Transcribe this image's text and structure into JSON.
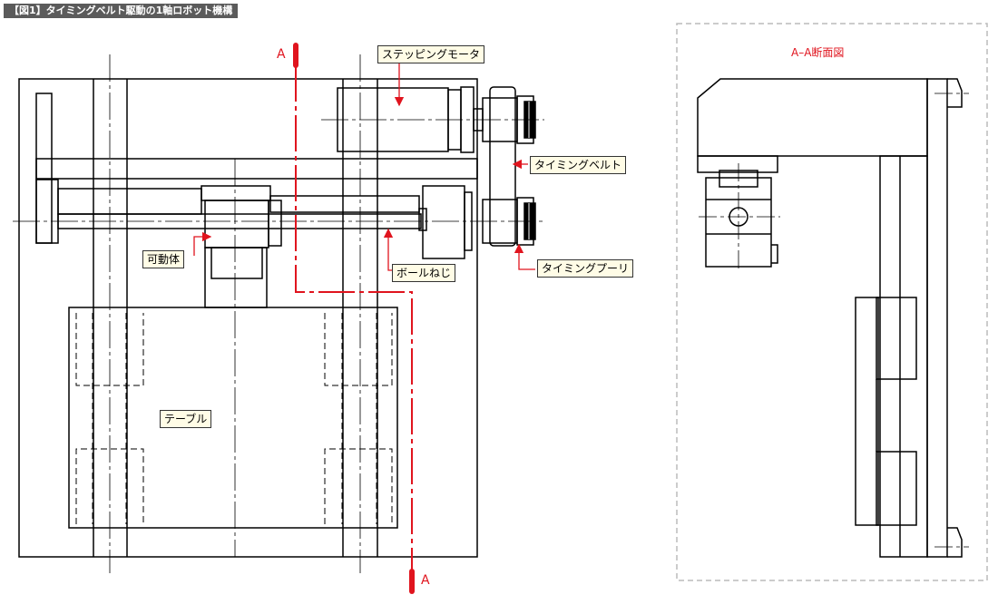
{
  "title": "【図1】タイミングベルト駆動の1軸ロボット機構",
  "labels": {
    "stepping_motor": "ステッピングモータ",
    "timing_belt": "タイミングベルト",
    "movable_body": "可動体",
    "ball_screw": "ボールねじ",
    "timing_pulley": "タイミングプーリ",
    "table": "テーブル"
  },
  "section": {
    "marker_top": "A",
    "marker_bottom": "A",
    "view_title": "A–A断面図"
  },
  "colors": {
    "accent_red": "#e0141e",
    "line": "#000000",
    "dashed_frame": "#bbbbbb",
    "label_bg": "#fffce6"
  }
}
